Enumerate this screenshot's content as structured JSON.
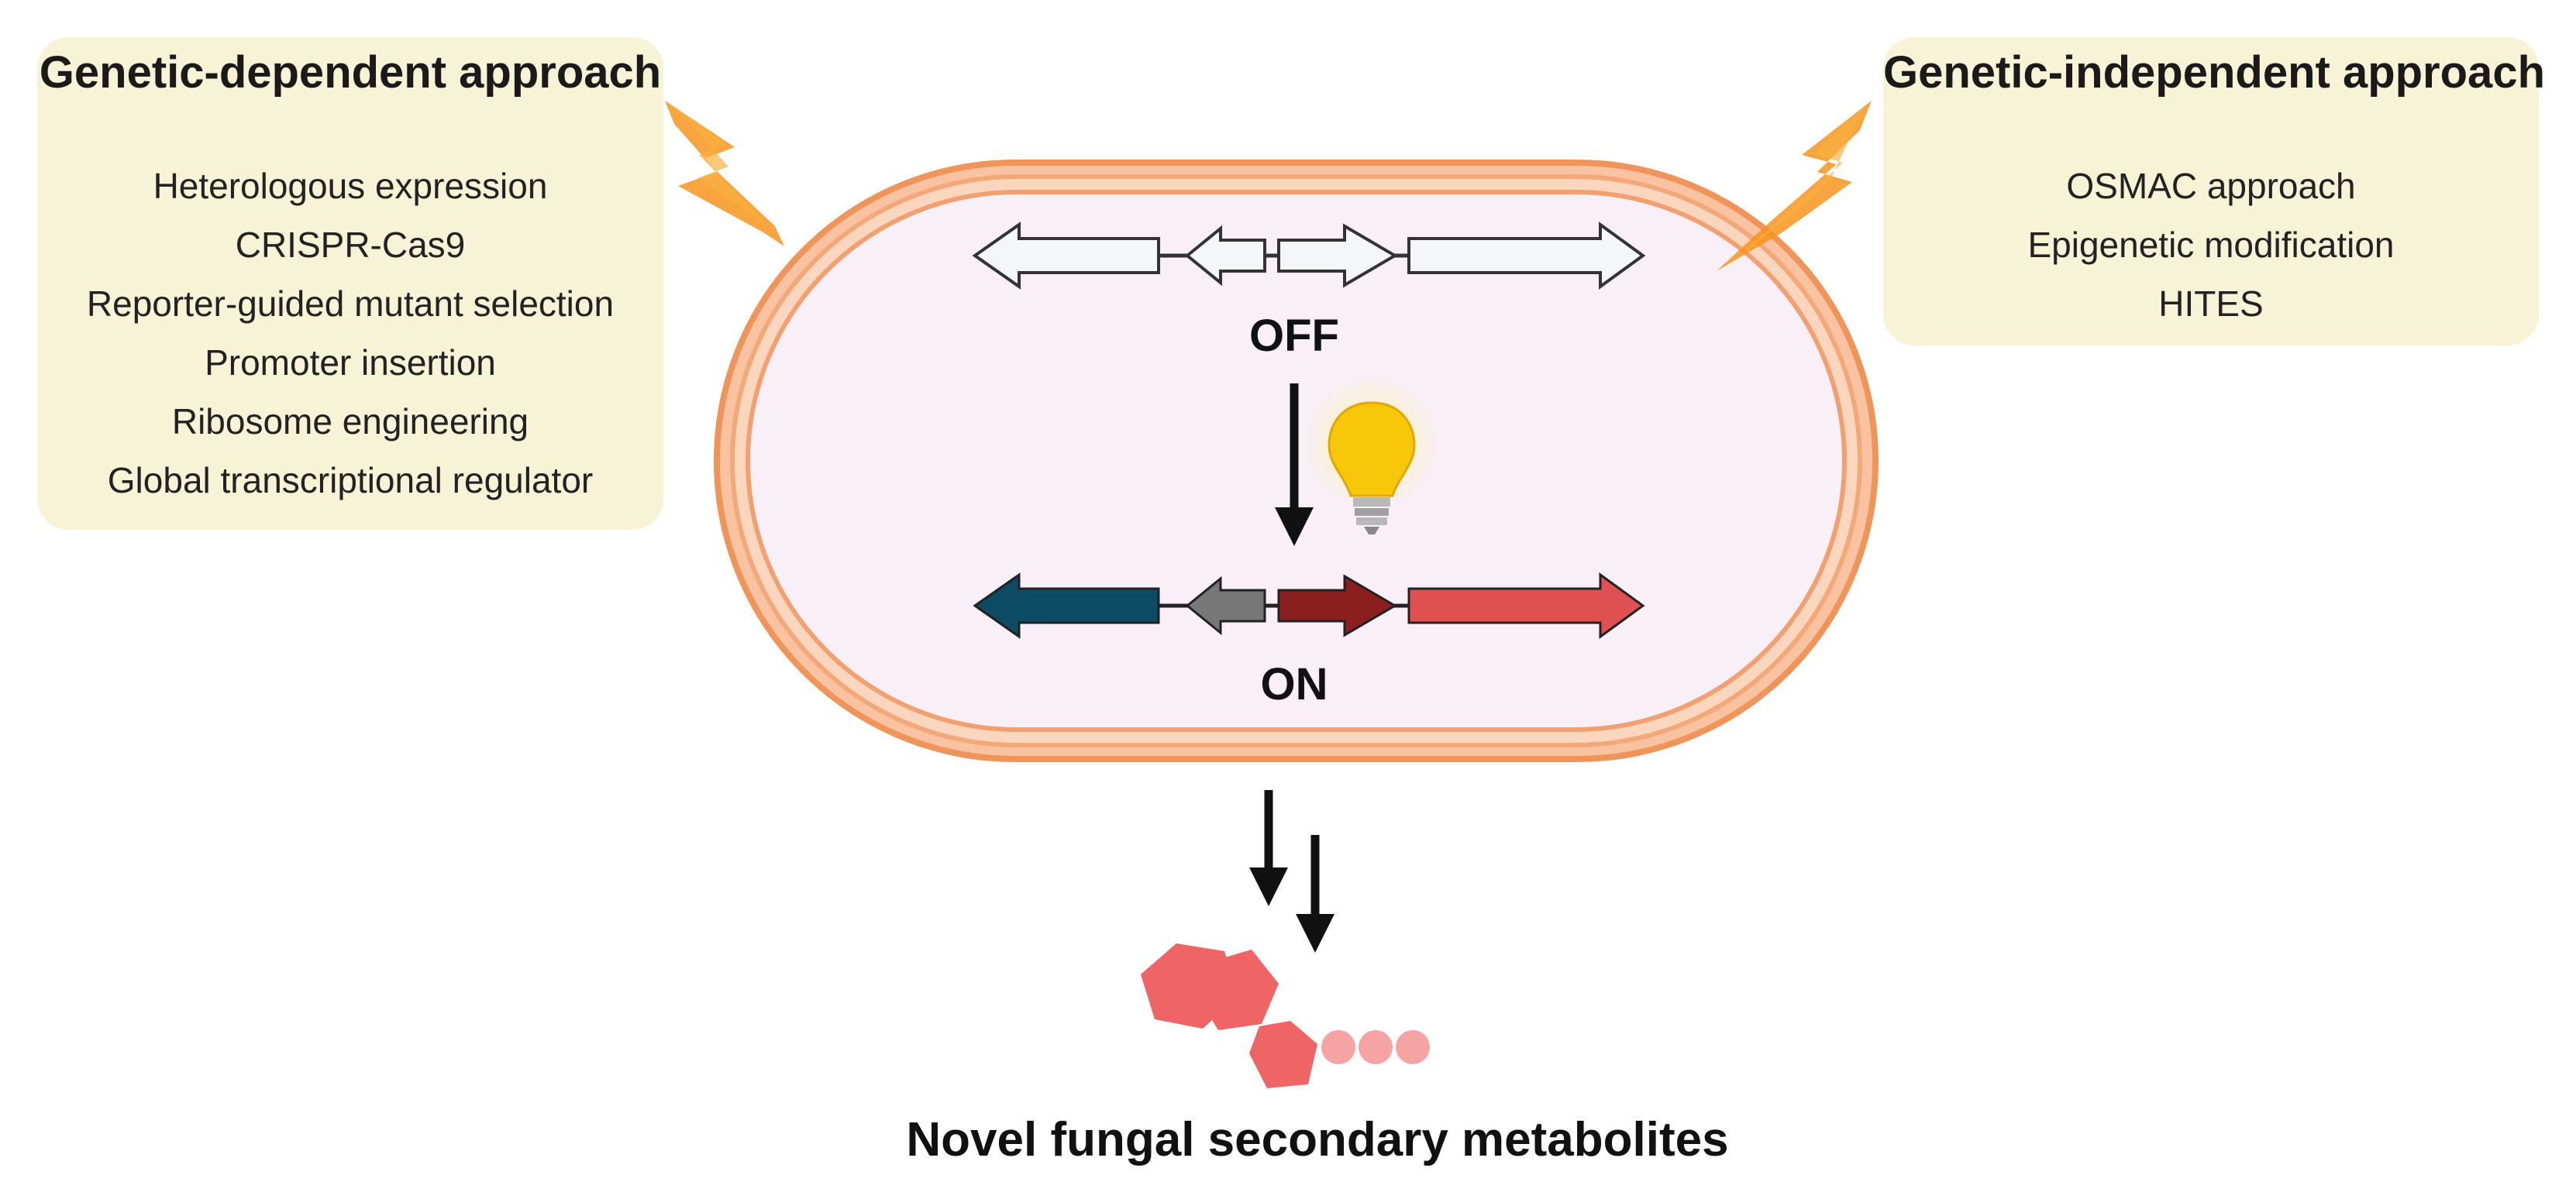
{
  "genetic_dependent": {
    "title": "Genetic-dependent approach",
    "items": [
      "Heterologous expression",
      "CRISPR-Cas9",
      "Reporter-guided mutant selection",
      "Promoter insertion",
      "Ribosome engineering",
      "Global transcriptional regulator"
    ]
  },
  "genetic_independent": {
    "title": "Genetic-independent approach",
    "items": [
      "OSMAC approach",
      "Epigenetic modification",
      "HITES"
    ]
  },
  "cell": {
    "off_label": "OFF",
    "on_label": "ON"
  },
  "caption": "Novel fungal secondary metabolites",
  "colors": {
    "panel_fill": "#f6f3d6",
    "cell_membrane": "#f2a070",
    "cell_fill": "#f8eff7",
    "lightning": "#f7941d",
    "gene_off": "#f4f6f8",
    "gene_on_blue": "#0d4a63",
    "gene_on_gray": "#777777",
    "gene_on_darkred": "#8b1e1e",
    "gene_on_red": "#e05050",
    "metabolite": "#ef6464",
    "metabolite_light": "#f6a3a3",
    "bulb": "#f9c70a"
  }
}
